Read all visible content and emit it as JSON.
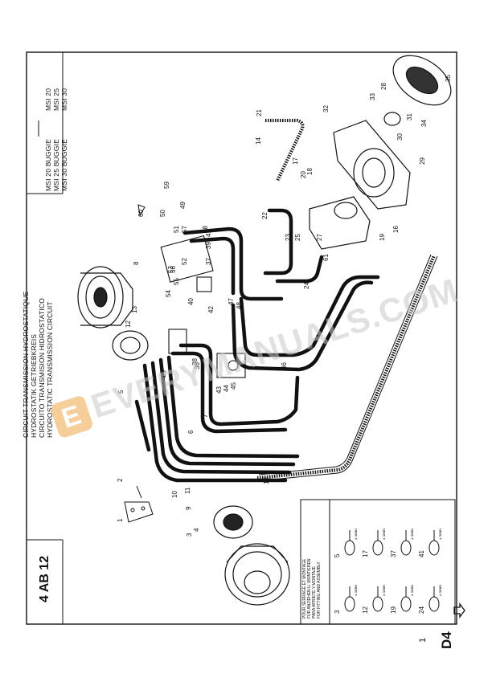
{
  "title_block": {
    "model_codes": [
      "MSI 20",
      "MSI 25",
      "MSI 30"
    ],
    "model_names": [
      "MSI 20 BUGGIE",
      "MSI 25 BUGGIE",
      "MSI 30 BUGGIE"
    ],
    "titles": [
      "CIRCUIT TRANSMISSION HYDROSTATIQUE",
      "HYDROSTATIK GETRIEBKREIS",
      "CIRCUITO TRANSMISION HIDROSTATICO",
      "HYDROSTATIC TRANSMISSION CIRCUIT"
    ],
    "page_code": "4 AB 12",
    "section": "D4",
    "page_number": "1"
  },
  "watermark": {
    "text": "EVERYMANUALS.COM",
    "logo_letter": "E"
  },
  "inset": {
    "header_lines": [
      "POUR SERRAGE ET MONTAGE",
      "FÜR ANZIEHEN U. MONTIEREN",
      "PARA APRIETE Y MONTAJE",
      "FOR FITTING AND ASSEMBLY"
    ],
    "items": [
      "3",
      "5",
      "12",
      "17",
      "19",
      "37",
      "24",
      "41"
    ],
    "dim_label": "± 1mm"
  },
  "callouts": [
    "1",
    "2",
    "3",
    "4",
    "5",
    "6",
    "7",
    "8",
    "9",
    "10",
    "11",
    "12",
    "13",
    "14",
    "15",
    "16",
    "17",
    "18",
    "19",
    "20",
    "21",
    "22",
    "23",
    "24",
    "25",
    "26",
    "27",
    "28",
    "29",
    "30",
    "31",
    "32",
    "33",
    "34",
    "35",
    "36",
    "37",
    "38",
    "39",
    "40",
    "41",
    "42",
    "43",
    "44",
    "45",
    "46",
    "47",
    "48",
    "49",
    "50",
    "51",
    "52",
    "53",
    "54",
    "55",
    "56",
    "57",
    "58",
    "59",
    "60",
    "61"
  ],
  "arrow_icon": "outline-arrow-left-icon"
}
